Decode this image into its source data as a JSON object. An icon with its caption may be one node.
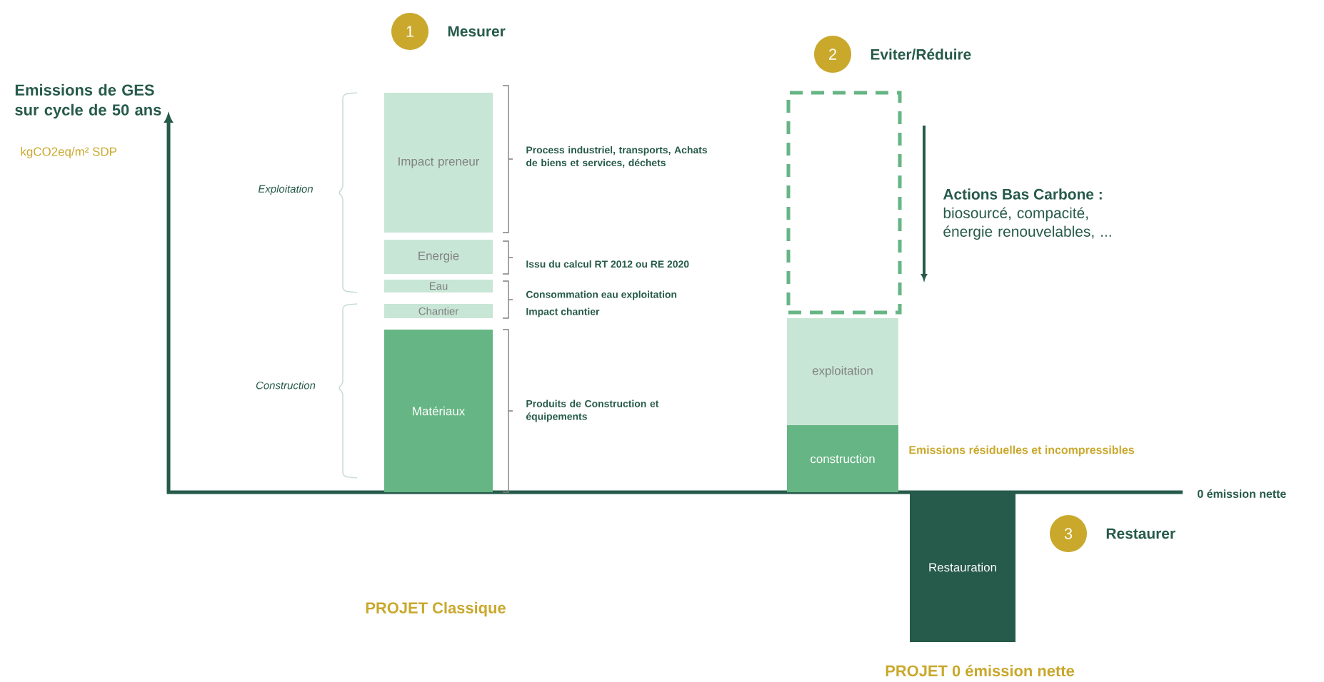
{
  "diagram": {
    "nodes": [
      {
        "text": [
          "1"
        ],
        "beside": [
          "Mesurer"
        ]
      },
      {
        "text": [
          "Impact preneur"
        ]
      },
      {
        "text": [
          "Energie"
        ]
      },
      {
        "text": [
          "Eau"
        ]
      },
      {
        "text": [
          "Chantier"
        ]
      },
      {
        "text": [
          "Matériaux"
        ]
      },
      {
        "text": [
          "2"
        ],
        "beside": [
          "Eviter/Réduire"
        ]
      },
      {
        "text": [],
        "shape": "box"
      },
      {
        "text": [
          "exploitation"
        ]
      },
      {
        "text": [
          "construction"
        ]
      },
      {
        "text": [
          "3"
        ],
        "beside": [
          "Restaurer"
        ]
      },
      {
        "text": [
          "Restauration"
        ]
      }
    ],
    "labels": [
      "Emissions de GES sur cycle de 50 ans",
      "kgCO2eq/m² SDP",
      "Exploitation",
      "Construction",
      "Process industriel, transports, Achats de biens et services, déchets",
      "Issu du calcul RT 2012 ou RE 2020",
      "Consommation eau exploitation",
      "Impact chantier",
      "Produits de Construction et équipements",
      "Actions Bas Carbone :",
      "biosourcé, compacité, énergie renouvelables, ...",
      "Emissions résiduelles et incompressibles",
      "0 émission nette",
      "PROJET Classique",
      "PROJET 0 émission nette"
    ]
  }
}
